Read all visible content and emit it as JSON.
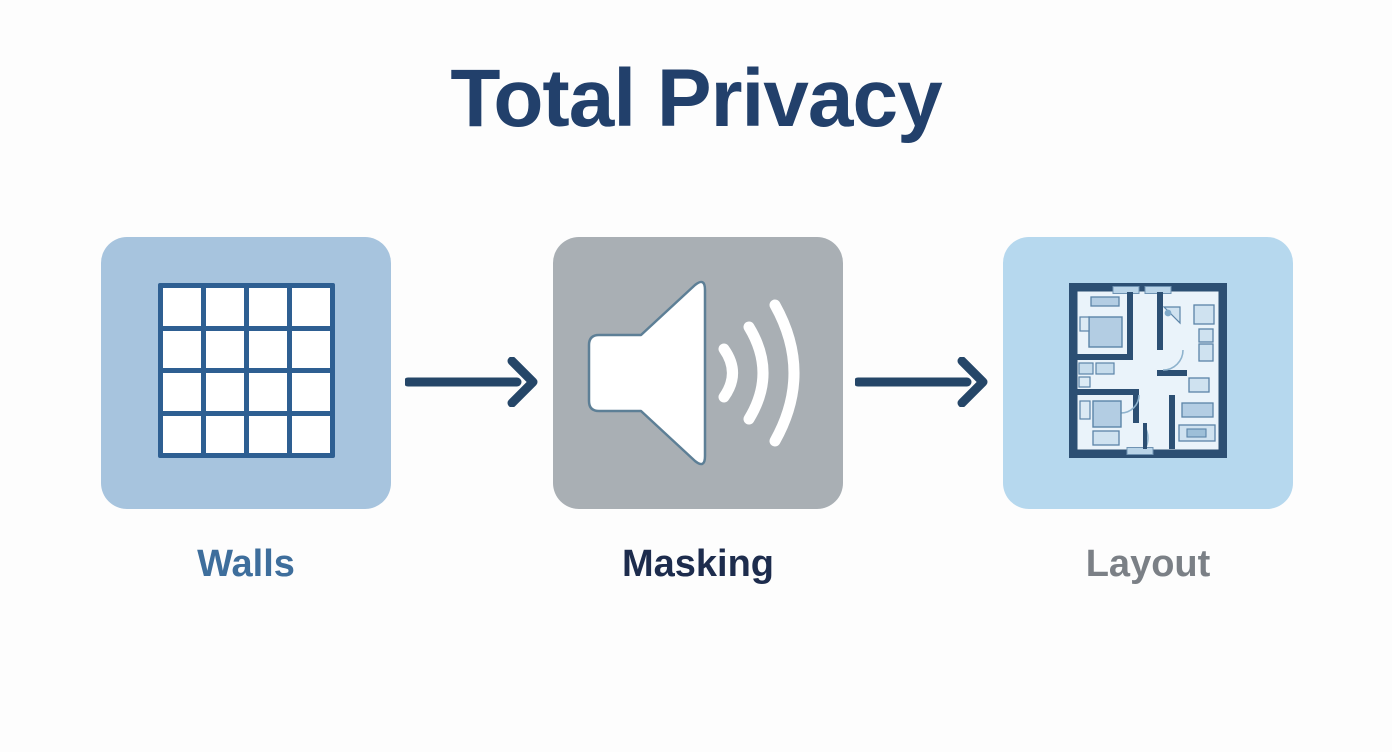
{
  "page": {
    "title": "Total Privacy",
    "background_color": "#fdfdfd",
    "title_color": "#22406b"
  },
  "flow": {
    "steps": [
      {
        "label": "Walls",
        "label_color": "#3e6e9c",
        "panel_color": "#a7c4de",
        "icon": "grid-icon",
        "icon_color": "#2e5f92",
        "grid_rows": 4,
        "grid_cols": 4
      },
      {
        "label": "Masking",
        "label_color": "#1d2c4d",
        "panel_color": "#a9afb4",
        "icon": "speaker-volume-icon",
        "icon_color": "#ffffff",
        "sound_waves": 3
      },
      {
        "label": "Layout",
        "label_color": "#7b8086",
        "panel_color": "#b6d8ee",
        "icon": "floorplan-icon",
        "icon_color": "#2c4f73"
      }
    ],
    "arrows": [
      {
        "name": "arrow-walls-to-masking",
        "color": "#254668",
        "direction": "right"
      },
      {
        "name": "arrow-masking-to-layout",
        "color": "#254668",
        "direction": "right"
      }
    ]
  }
}
